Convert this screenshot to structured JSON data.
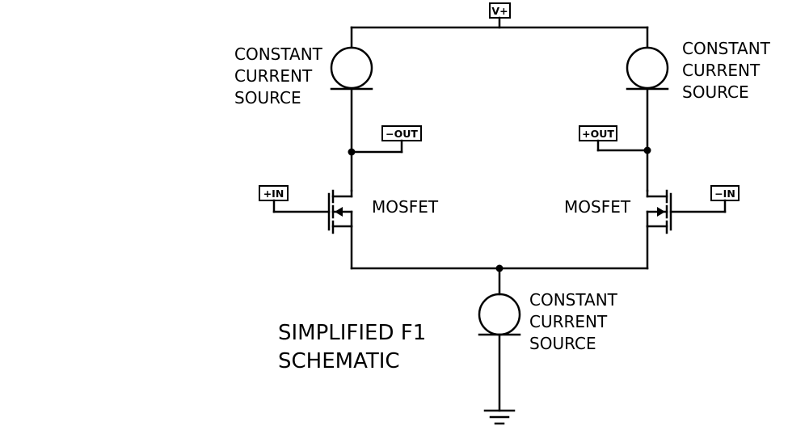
{
  "labels": {
    "vplus": "V+",
    "minus_out": "−OUT",
    "plus_out": "+OUT",
    "plus_in": "+IN",
    "minus_in": "−IN",
    "mosfet": "MOSFET",
    "source_line1": "CONSTANT",
    "source_line2": "CURRENT",
    "source_line3": "SOURCE",
    "title_line1": "SIMPLIFIED F1",
    "title_line2": "SCHEMATIC"
  }
}
